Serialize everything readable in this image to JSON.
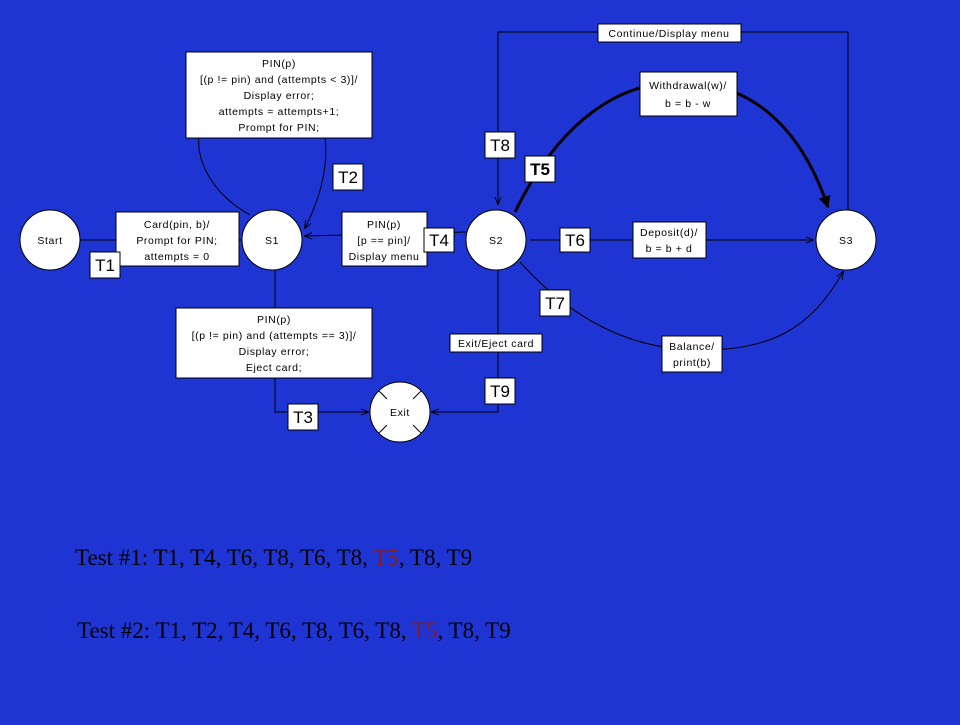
{
  "colors": {
    "background": "#1f35d3",
    "highlight": "#8b1a1a",
    "ink": "#000000",
    "box": "#ffffff"
  },
  "states": {
    "start": "Start",
    "s1": "S1",
    "s2": "S2",
    "s3": "S3",
    "exit": "Exit"
  },
  "transitions": {
    "t1": {
      "id": "T1",
      "lines": [
        "Card(pin, b)/",
        "Prompt for PIN;",
        "attempts = 0"
      ]
    },
    "t2": {
      "id": "T2",
      "lines": [
        "PIN(p)",
        "[(p != pin) and (attempts < 3)]/",
        "Display error;",
        "attempts = attempts+1;",
        "Prompt for PIN;"
      ]
    },
    "t3": {
      "id": "T3",
      "lines": [
        "PIN(p)",
        "[(p != pin) and (attempts == 3)]/",
        "Display error;",
        "Eject card;"
      ]
    },
    "t4": {
      "id": "T4",
      "lines": [
        "PIN(p)",
        "[p == pin]/",
        "Display menu"
      ]
    },
    "t5": {
      "id": "T5",
      "lines": [
        "Withdrawal(w)/",
        "b = b - w"
      ]
    },
    "t6": {
      "id": "T6",
      "lines": [
        "Deposit(d)/",
        "b = b + d"
      ]
    },
    "t7": {
      "id": "T7",
      "lines": [
        "Balance/",
        "print(b)"
      ]
    },
    "t8": {
      "id": "T8",
      "lines": [
        "Continue/Display menu"
      ]
    },
    "t9": {
      "id": "T9",
      "lines": [
        "Exit/Eject card"
      ]
    }
  },
  "tests": [
    {
      "prefix": "Test #1: T1, T4, T6, T8, T6, T8, ",
      "highlight": "T5",
      "suffix": ", T8, T9"
    },
    {
      "prefix": "Test #2: T1, T2, T4, T6, T8, T6, T8, ",
      "highlight": "T5",
      "suffix": ", T8, T9"
    }
  ]
}
